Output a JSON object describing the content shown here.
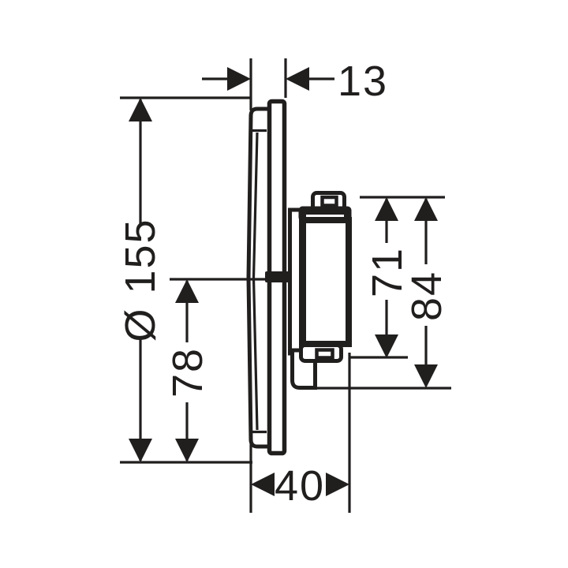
{
  "drawing": {
    "kind": "technical dimension drawing, side profile of concealed shower valve with escutcheon plate and handle",
    "background_color": "#ffffff",
    "line_color": "#211e1e",
    "dimension_labels": {
      "plate_depth_top": "13",
      "plate_diameter_left": "Ø 155",
      "center_height_left": "78",
      "handle_inner_right": "71",
      "handle_outer_right": "84",
      "total_depth_bottom": "40"
    }
  }
}
